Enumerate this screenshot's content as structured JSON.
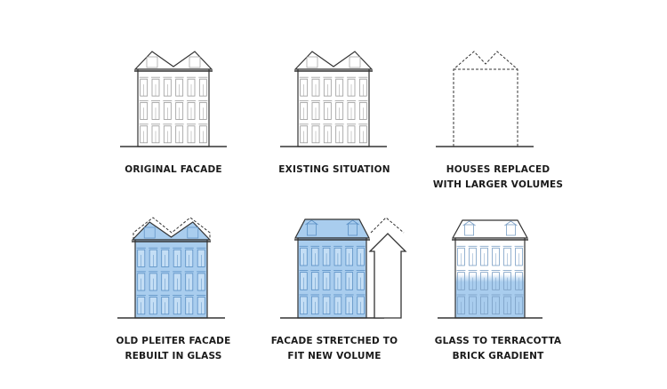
{
  "panels": [
    {
      "id": "original-facade",
      "caption": [
        "ORIGINAL FACADE"
      ]
    },
    {
      "id": "existing-situation",
      "caption": [
        "EXISTING SITUATION"
      ]
    },
    {
      "id": "houses-replaced",
      "caption": [
        "HOUSES REPLACED",
        "WITH LARGER VOLUMES"
      ]
    },
    {
      "id": "old-pleiter-facade",
      "caption": [
        "OLD PLEITER FACADE",
        "REBUILT IN GLASS"
      ]
    },
    {
      "id": "facade-stretched",
      "caption": [
        "FACADE STRETCHED TO",
        "FIT NEW VOLUME"
      ]
    },
    {
      "id": "glass-terracotta",
      "caption": [
        "GLASS TO TERRACOTTA",
        "BRICK GRADIENT"
      ]
    }
  ],
  "colors": {
    "glass": "#a9cdee",
    "glass_line": "#5a8fc4",
    "line": "#333333",
    "light_line": "#9a9a9a"
  }
}
